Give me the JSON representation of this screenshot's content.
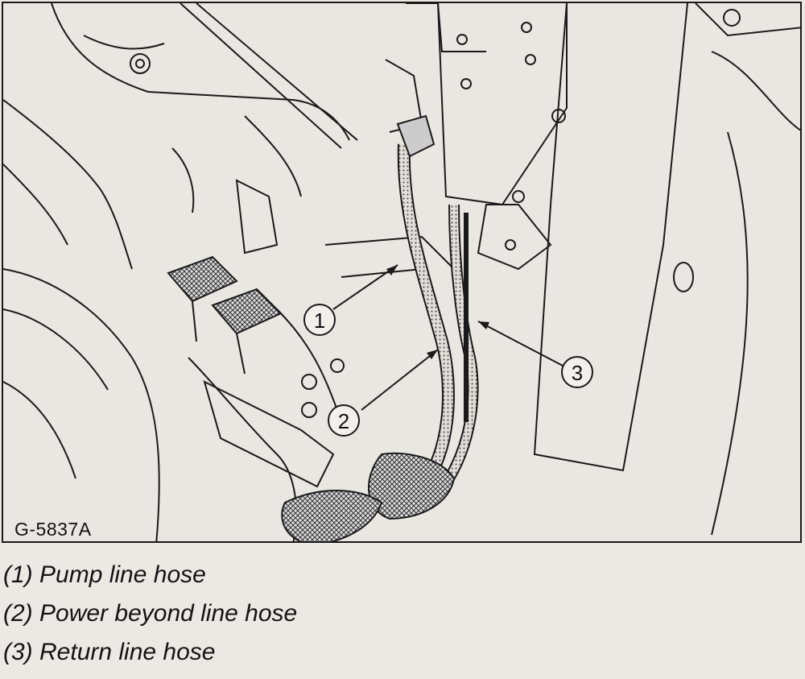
{
  "figure": {
    "code": "G-5837A",
    "callouts": [
      "1",
      "2",
      "3"
    ]
  },
  "captions": [
    {
      "number": "(1)",
      "text": "Pump line hose"
    },
    {
      "number": "(2)",
      "text": "Power beyond line hose"
    },
    {
      "number": "(3)",
      "text": "Return line hose"
    }
  ]
}
